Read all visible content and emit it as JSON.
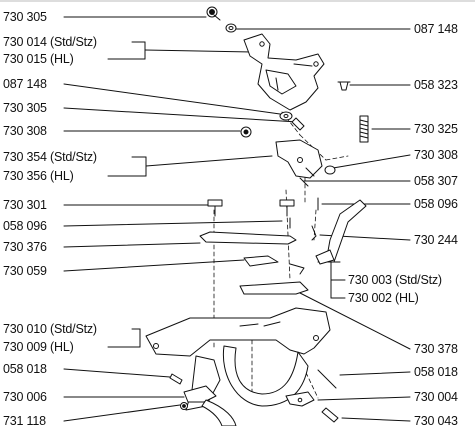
{
  "labels_left": [
    "730 305",
    "730 014 (Std/Stz)",
    "730 015 (HL)",
    "087 148",
    "730 305",
    "730 308",
    "730 354 (Std/Stz)",
    "730 356 (HL)",
    "730 301",
    "058 096",
    "730 376",
    "730 059",
    "730 010 (Std/Stz)",
    "730 009 (HL)",
    "058 018",
    "730 006",
    "731 118"
  ],
  "labels_right": [
    "087 148",
    "058 323",
    "730 325",
    "730 308",
    "058 307",
    "058 096",
    "730 244",
    "730 003 (Std/Stz)",
    "730 002 (HL)",
    "730 378",
    "058 018",
    "730 004",
    "730 043"
  ],
  "colors": {
    "ink": "#111111",
    "background": "#ffffff"
  }
}
